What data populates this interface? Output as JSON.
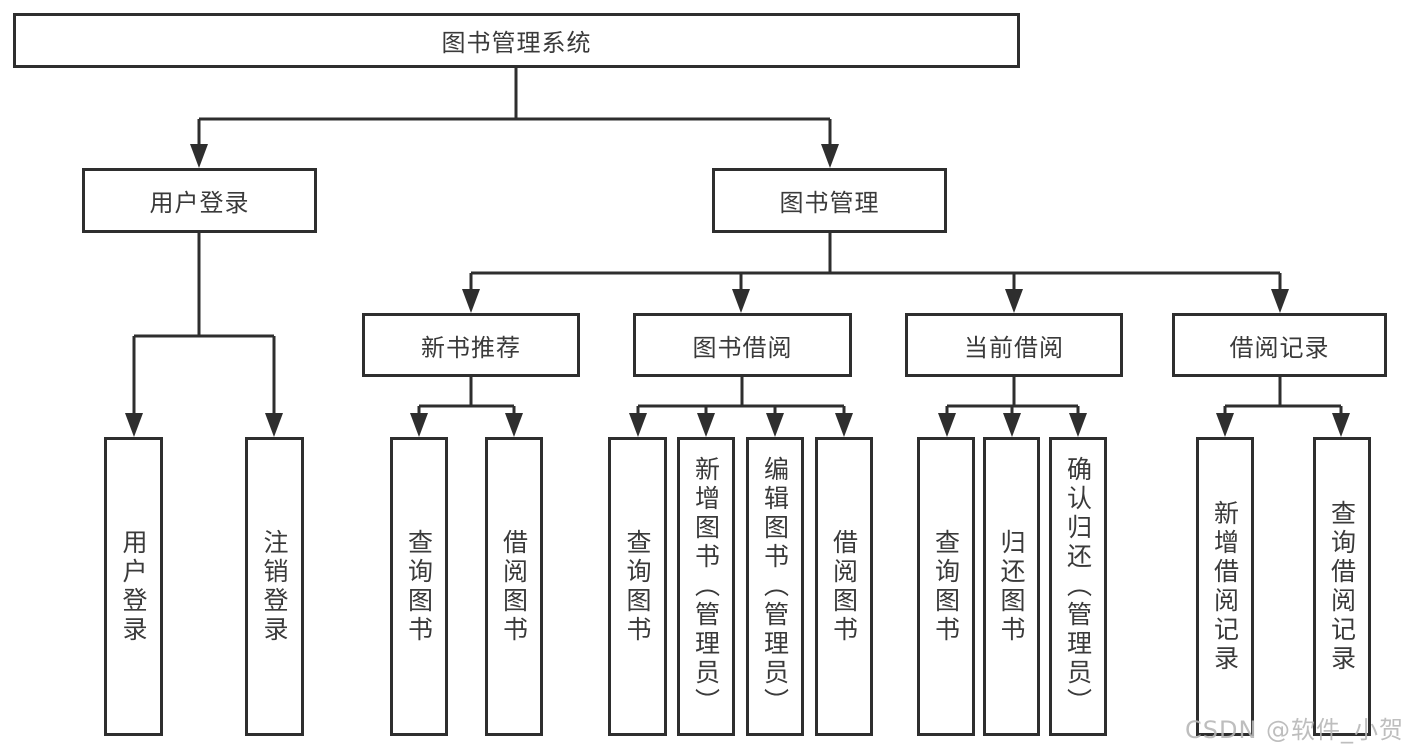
{
  "diagram": {
    "title": "图书管理系统",
    "tree": {
      "root": {
        "label": "图书管理系统"
      },
      "level2": [
        {
          "label": "用户登录",
          "children": [
            {
              "label": "用户登录"
            },
            {
              "label": "注销登录"
            }
          ]
        },
        {
          "label": "图书管理",
          "children": [
            {
              "label": "新书推荐",
              "children": [
                {
                  "label": "查询图书"
                },
                {
                  "label": "借阅图书"
                }
              ]
            },
            {
              "label": "图书借阅",
              "children": [
                {
                  "label": "查询图书"
                },
                {
                  "label": "新增图书（管理员）"
                },
                {
                  "label": "编辑图书（管理员）"
                },
                {
                  "label": "借阅图书"
                }
              ]
            },
            {
              "label": "当前借阅",
              "children": [
                {
                  "label": "查询图书"
                },
                {
                  "label": "归还图书"
                },
                {
                  "label": "确认归还（管理员）"
                }
              ]
            },
            {
              "label": "借阅记录",
              "children": [
                {
                  "label": "新增借阅记录"
                },
                {
                  "label": "查询借阅记录"
                }
              ]
            }
          ]
        }
      ]
    }
  },
  "watermark": {
    "text": "CSDN @软件_小贺同学"
  },
  "colors": {
    "background": "#ffffff",
    "line": "#2e2e2e",
    "node_border": "#2e2e2e",
    "node_text": "#3a3a3a",
    "watermark": "#b7b7b7"
  }
}
